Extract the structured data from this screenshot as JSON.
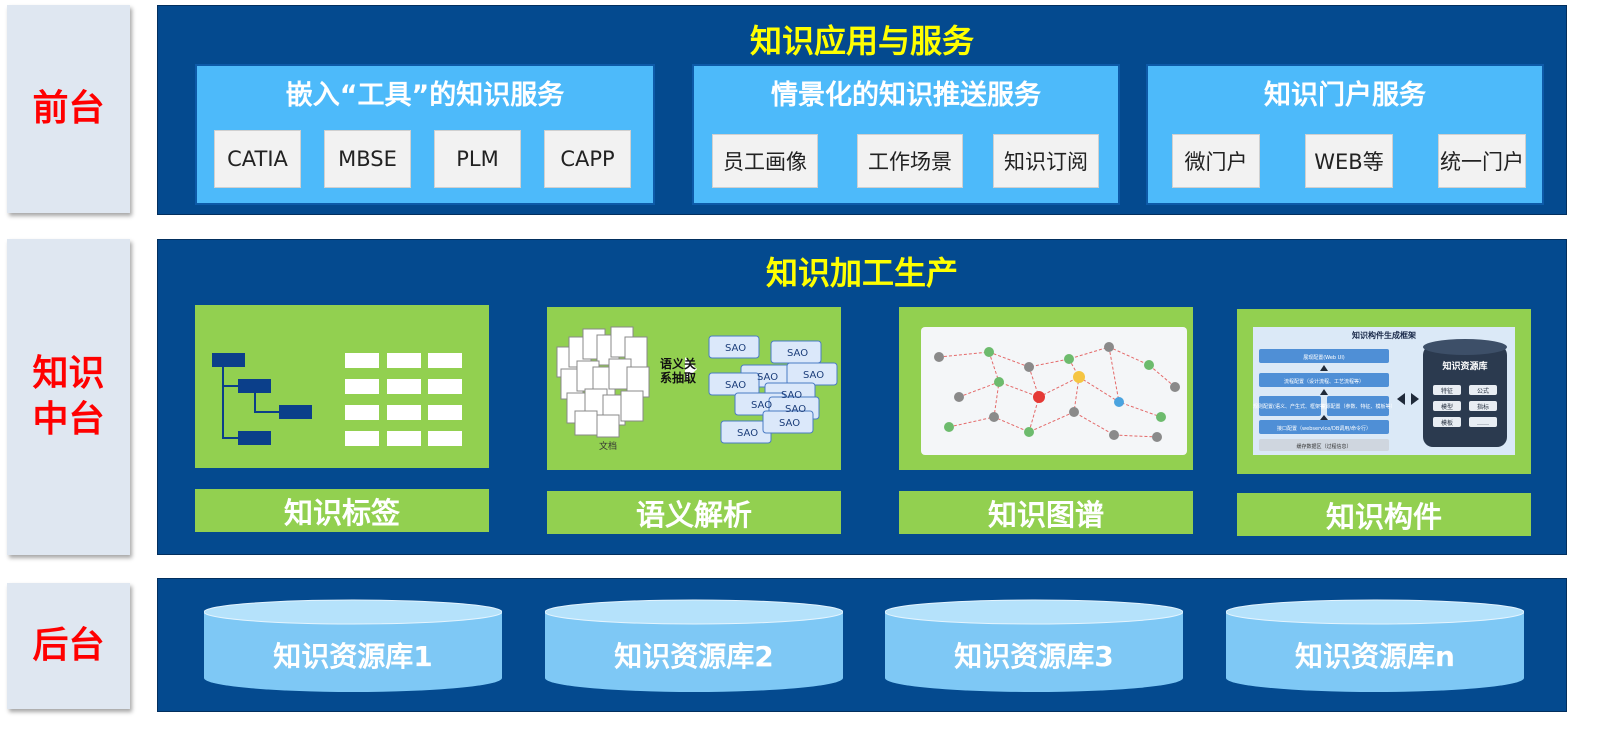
{
  "tiers": {
    "front": "前台",
    "middle": "知识\n中台",
    "back": "后台"
  },
  "front_panel": {
    "title": "知识应用与服务",
    "groups": [
      {
        "title": "嵌入“工具”的知识服务",
        "items": [
          "CATIA",
          "MBSE",
          "PLM",
          "CAPP"
        ]
      },
      {
        "title": "情景化的知识推送服务",
        "items": [
          "员工画像",
          "工作场景",
          "知识订阅"
        ]
      },
      {
        "title": "知识门户服务",
        "items": [
          "微门户",
          "WEB等",
          "统一门户"
        ]
      }
    ]
  },
  "middle_panel": {
    "title": "知识加工生产",
    "cards": [
      {
        "label": "知识标签"
      },
      {
        "label": "语义解析",
        "illus": {
          "arrow_text": "语义关\n系抽取",
          "doc_text": "文档",
          "sao": "SAO"
        }
      },
      {
        "label": "知识图谱"
      },
      {
        "label": "知识构件",
        "illus": {
          "title": "知识构件生成框架",
          "rows": [
            "展现配置(Web UI)",
            "流程配置（设计流程、工艺流程等）",
            "规则配置(语义、产生式、框架等)",
            "资源配置（参数、特征、模板等）",
            "接口配置（webservice/DB调用/命令行）",
            "缓存数据区（过程信息）"
          ],
          "db_title": "知识资源库",
          "db_items": [
            "特征",
            "公式",
            "模型",
            "指标",
            "模板",
            "……"
          ]
        }
      }
    ]
  },
  "back_panel": {
    "databases": [
      "知识资源库1",
      "知识资源库2",
      "知识资源库3",
      "知识资源库n"
    ]
  },
  "colors": {
    "panel": "#044a8f",
    "title_yellow": "#ffff00",
    "tier_red": "#ff0000",
    "sub_panel": "#4dbafa",
    "green": "#92d050",
    "db_fill": "#7ec8f5"
  }
}
